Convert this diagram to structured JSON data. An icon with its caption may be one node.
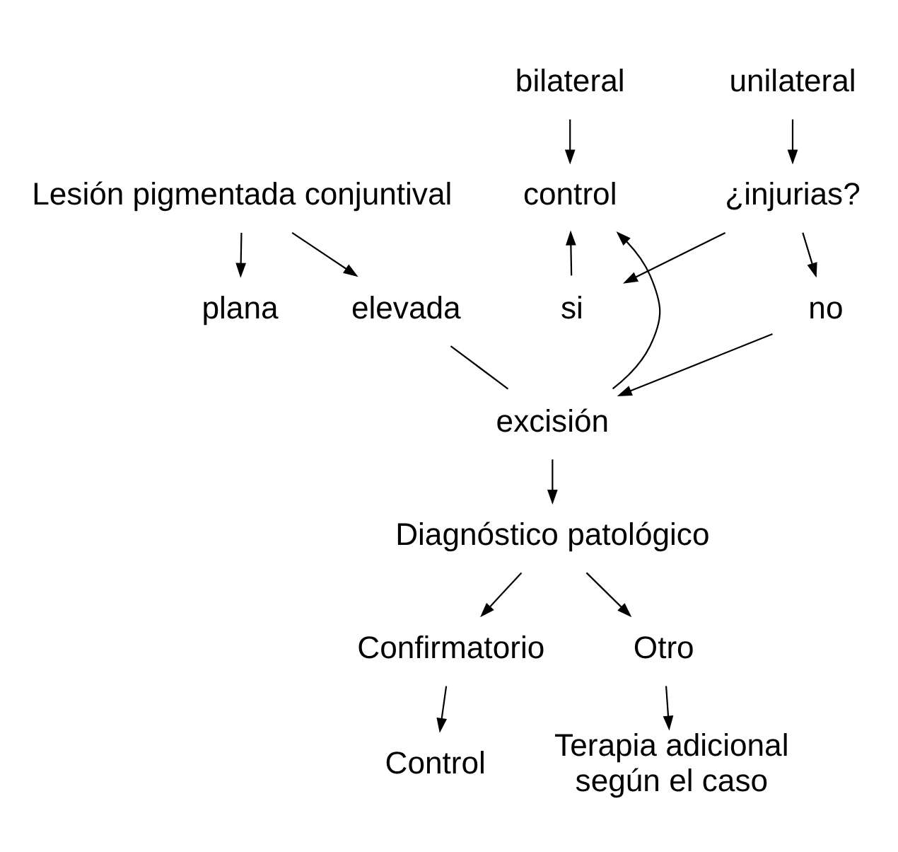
{
  "diagram": {
    "nodes": [
      {
        "text": [
          "Lesión pigmentada conjuntival"
        ]
      },
      {
        "text": [
          "plana"
        ]
      },
      {
        "text": [
          "elevada"
        ]
      },
      {
        "text": [
          "bilateral"
        ]
      },
      {
        "text": [
          "unilateral"
        ]
      },
      {
        "text": [
          "control"
        ]
      },
      {
        "text": [
          "¿injurias?"
        ]
      },
      {
        "text": [
          "si"
        ]
      },
      {
        "text": [
          "no"
        ]
      },
      {
        "text": [
          "excisión"
        ]
      },
      {
        "text": [
          "Diagnóstico patológico"
        ]
      },
      {
        "text": [
          "Confirmatorio"
        ]
      },
      {
        "text": [
          "Otro"
        ]
      },
      {
        "text": [
          "Control"
        ]
      },
      {
        "text": [
          "Terapia adicional según el caso"
        ]
      }
    ],
    "edges": [
      {
        "from": 0,
        "to": 1,
        "arrow": "to"
      },
      {
        "from": 0,
        "to": 2,
        "arrow": "to"
      },
      {
        "from": 3,
        "to": 5,
        "arrow": "to"
      },
      {
        "from": 4,
        "to": 6,
        "arrow": "to"
      },
      {
        "from": 6,
        "to": 7,
        "arrow": "to"
      },
      {
        "from": 6,
        "to": 8,
        "arrow": "to"
      },
      {
        "from": 7,
        "to": 5,
        "arrow": "to"
      },
      {
        "from": 8,
        "to": 9,
        "arrow": "to"
      },
      {
        "from": 9,
        "to": 5,
        "arrow": "to"
      },
      {
        "from": 2,
        "to": 9,
        "arrow": "none"
      },
      {
        "from": 9,
        "to": 10,
        "arrow": "to"
      },
      {
        "from": 10,
        "to": 11,
        "arrow": "to"
      },
      {
        "from": 10,
        "to": 12,
        "arrow": "to"
      },
      {
        "from": 11,
        "to": 13,
        "arrow": "to"
      },
      {
        "from": 12,
        "to": 14,
        "arrow": "to"
      }
    ]
  }
}
